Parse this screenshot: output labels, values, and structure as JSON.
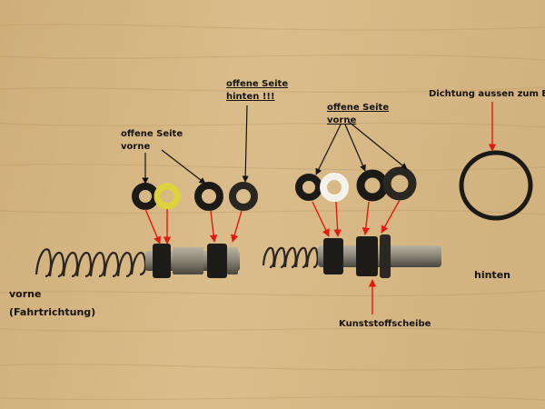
{
  "labels": {
    "offene_seite_vorne_left": [
      "offene Seite",
      "vorne"
    ],
    "offene_seite_hinten": [
      "offene Seite",
      "hinten !!!"
    ],
    "offene_seite_vorne_right": [
      "offene Seite",
      "vorne"
    ],
    "dichtung": "Dichtung aussen zum BKV",
    "vorne": [
      "vorne",
      "(Fahrtrichtung)"
    ],
    "hinten": "hinten",
    "kunststoffscheibe": "Kunststoffscheibe"
  },
  "colors": {
    "wood": "#d7b784",
    "arrow_red": "#e01a10",
    "arrow_black": "#141414",
    "seal_black": "#1c1a17",
    "seal_yellow": "#ddd23a",
    "seal_white": "#f4f2ea",
    "metal": "#8f8878"
  }
}
